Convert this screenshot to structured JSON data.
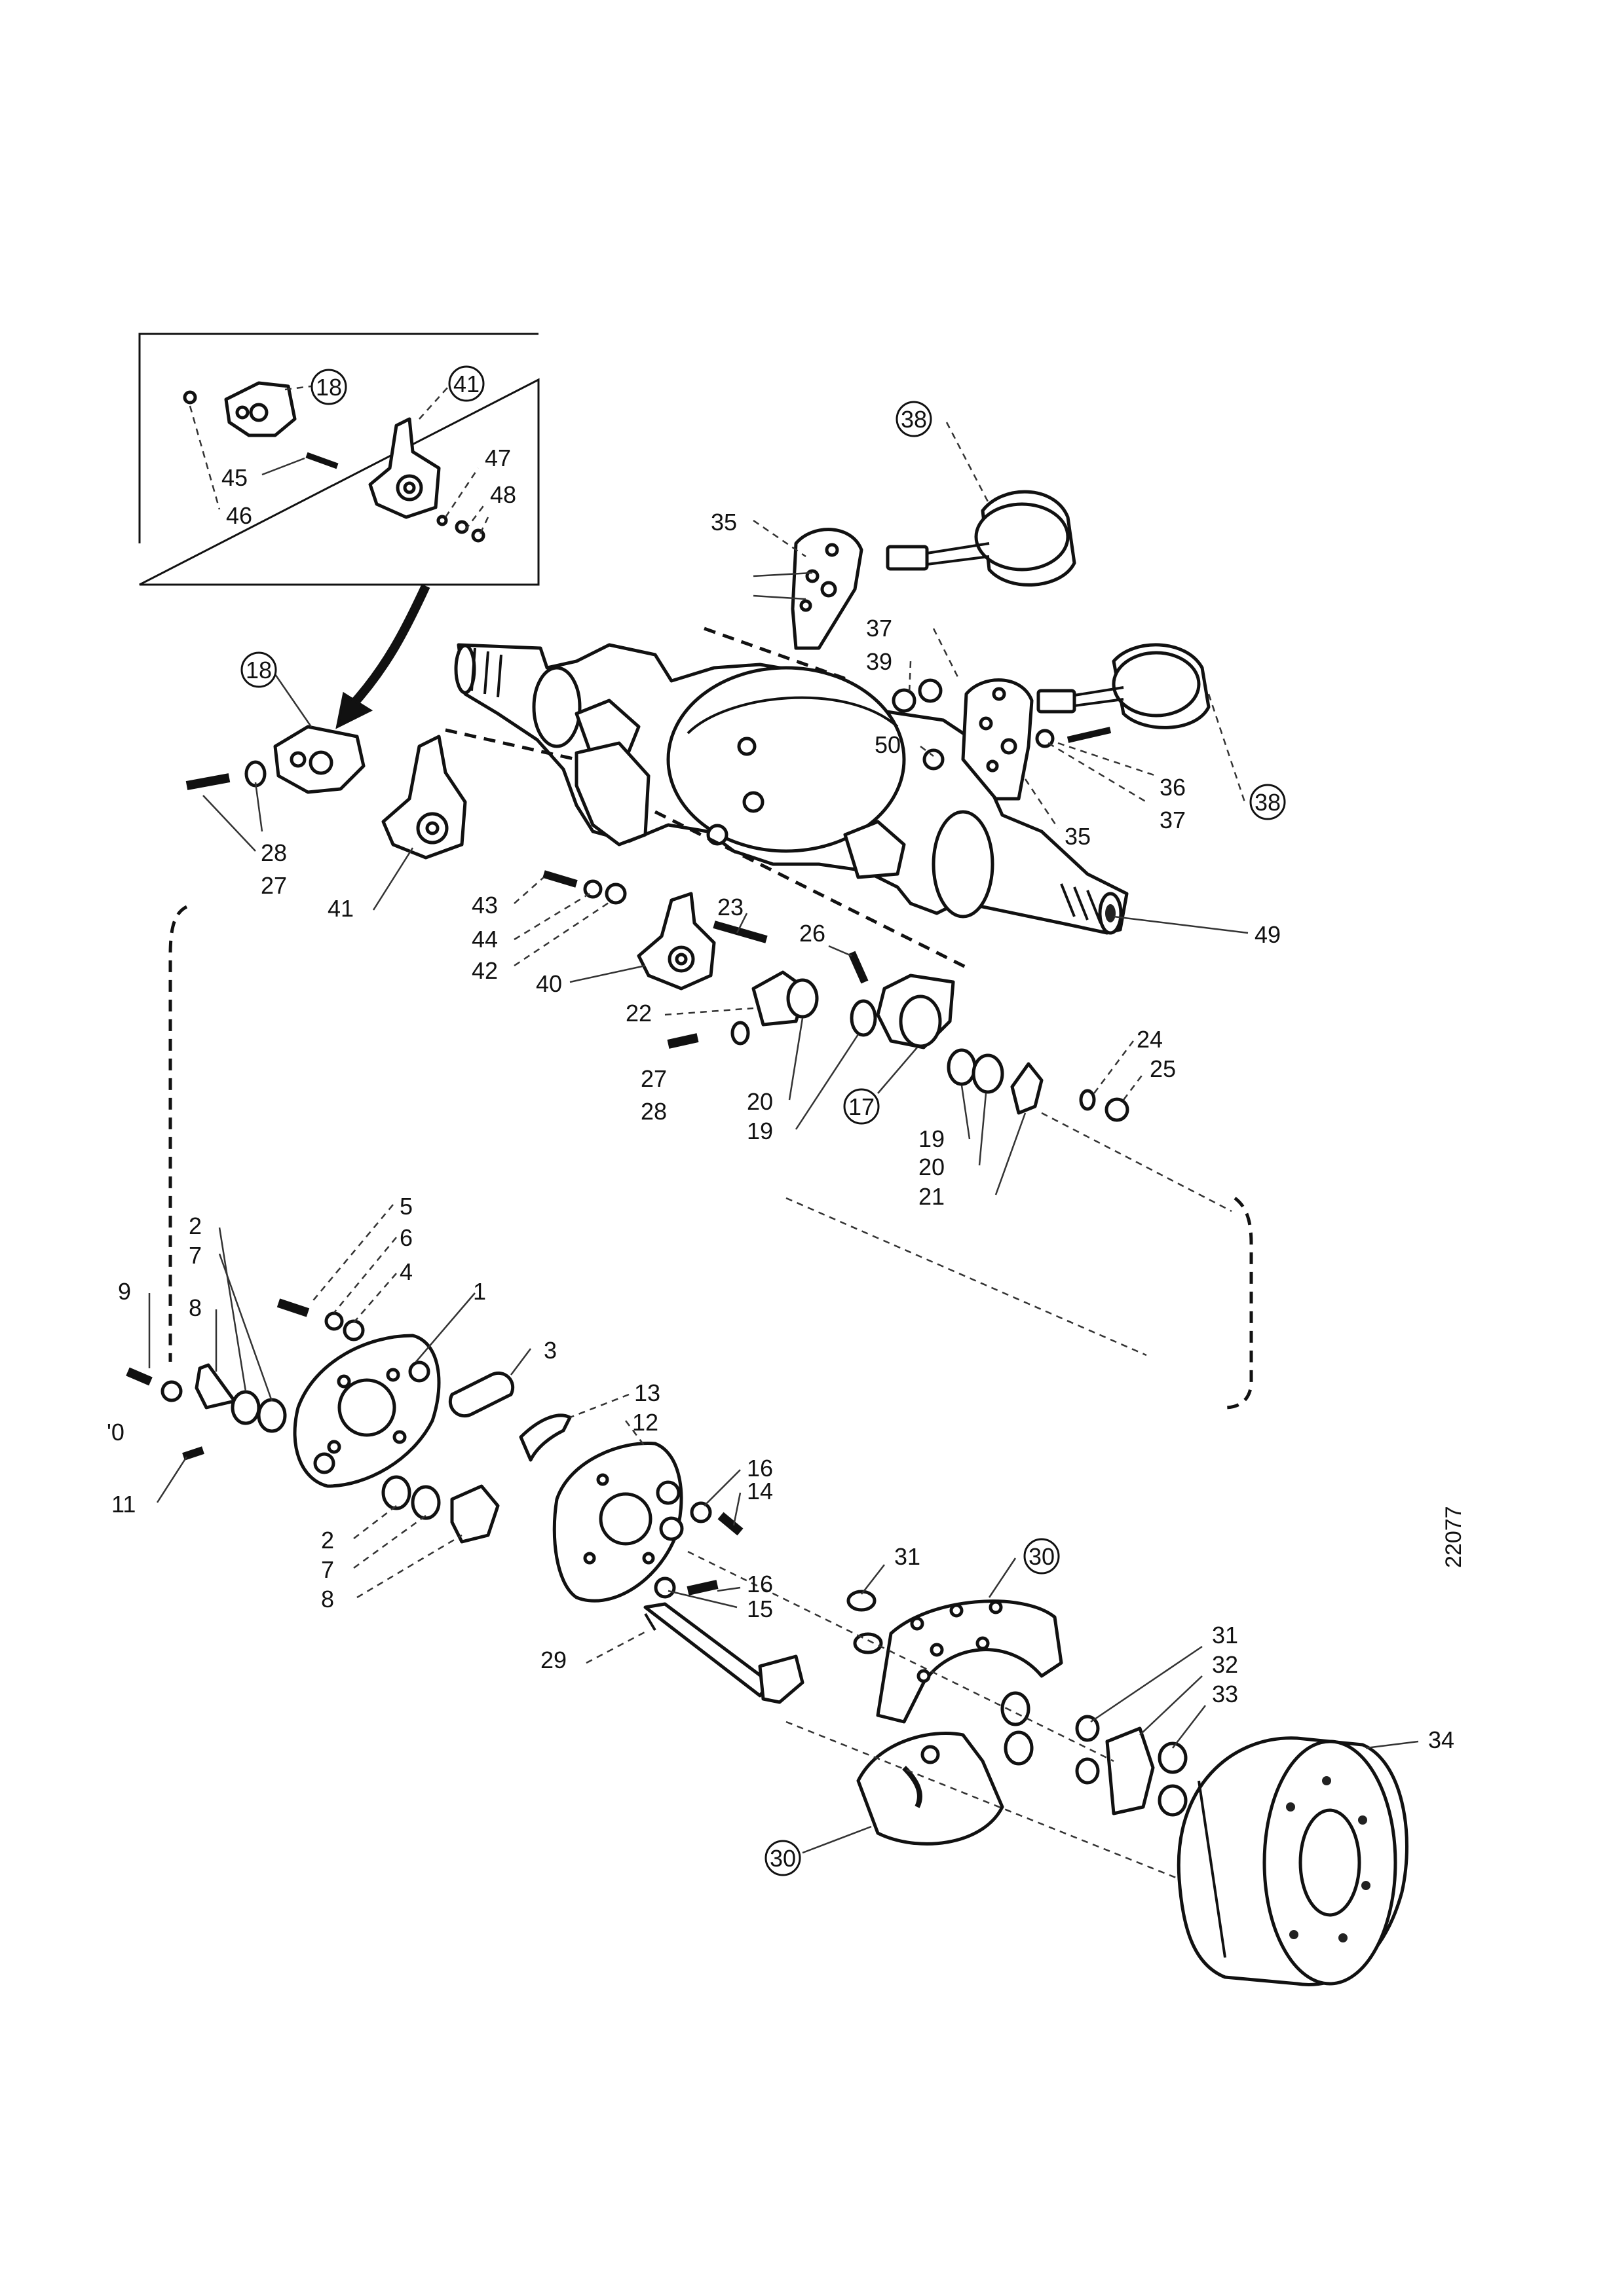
{
  "drawing_number": "22077",
  "callouts": [
    {
      "id": "c18a",
      "text": "18",
      "circled": true
    },
    {
      "id": "c41a",
      "text": "41",
      "circled": true
    },
    {
      "id": "c45",
      "text": "45"
    },
    {
      "id": "c46",
      "text": "46"
    },
    {
      "id": "c47",
      "text": "47"
    },
    {
      "id": "c48",
      "text": "48"
    },
    {
      "id": "c38a",
      "text": "38",
      "circled": true
    },
    {
      "id": "c35a",
      "text": "35"
    },
    {
      "id": "c37a",
      "text": "37"
    },
    {
      "id": "c39",
      "text": "39"
    },
    {
      "id": "c50",
      "text": "50"
    },
    {
      "id": "c36",
      "text": "36"
    },
    {
      "id": "c37b",
      "text": "37"
    },
    {
      "id": "c35b",
      "text": "35"
    },
    {
      "id": "c38b",
      "text": "38",
      "circled": true
    },
    {
      "id": "c18b",
      "text": "18",
      "circled": true
    },
    {
      "id": "c28a",
      "text": "28"
    },
    {
      "id": "c27a",
      "text": "27"
    },
    {
      "id": "c41b",
      "text": "41"
    },
    {
      "id": "c49",
      "text": "49"
    },
    {
      "id": "c43",
      "text": "43"
    },
    {
      "id": "c44",
      "text": "44"
    },
    {
      "id": "c42",
      "text": "42"
    },
    {
      "id": "c40",
      "text": "40"
    },
    {
      "id": "c23",
      "text": "23"
    },
    {
      "id": "c26",
      "text": "26"
    },
    {
      "id": "c22",
      "text": "22"
    },
    {
      "id": "c27b",
      "text": "27"
    },
    {
      "id": "c28b",
      "text": "28"
    },
    {
      "id": "c20a",
      "text": "20"
    },
    {
      "id": "c19a",
      "text": "19"
    },
    {
      "id": "c17",
      "text": "17",
      "circled": true
    },
    {
      "id": "c24",
      "text": "24"
    },
    {
      "id": "c25",
      "text": "25"
    },
    {
      "id": "c19b",
      "text": "19"
    },
    {
      "id": "c20b",
      "text": "20"
    },
    {
      "id": "c21",
      "text": "21"
    },
    {
      "id": "c5",
      "text": "5"
    },
    {
      "id": "c6",
      "text": "6"
    },
    {
      "id": "c4",
      "text": "4"
    },
    {
      "id": "c1",
      "text": "1"
    },
    {
      "id": "c2a",
      "text": "2"
    },
    {
      "id": "c7a",
      "text": "7"
    },
    {
      "id": "c8a",
      "text": "8"
    },
    {
      "id": "c9",
      "text": "9"
    },
    {
      "id": "c10",
      "text": "'0"
    },
    {
      "id": "c11",
      "text": "11"
    },
    {
      "id": "c3",
      "text": "3"
    },
    {
      "id": "c13",
      "text": "13"
    },
    {
      "id": "c12",
      "text": "12"
    },
    {
      "id": "c2b",
      "text": "2"
    },
    {
      "id": "c7b",
      "text": "7"
    },
    {
      "id": "c8b",
      "text": "8"
    },
    {
      "id": "c16a",
      "text": "16"
    },
    {
      "id": "c14",
      "text": "14"
    },
    {
      "id": "c16b",
      "text": "16"
    },
    {
      "id": "c15",
      "text": "15"
    },
    {
      "id": "c29",
      "text": "29"
    },
    {
      "id": "c31a",
      "text": "31"
    },
    {
      "id": "c30a",
      "text": "30",
      "circled": true
    },
    {
      "id": "c31b",
      "text": "31"
    },
    {
      "id": "c32",
      "text": "32"
    },
    {
      "id": "c33",
      "text": "33"
    },
    {
      "id": "c34",
      "text": "34"
    },
    {
      "id": "c30b",
      "text": "30",
      "circled": true
    }
  ]
}
